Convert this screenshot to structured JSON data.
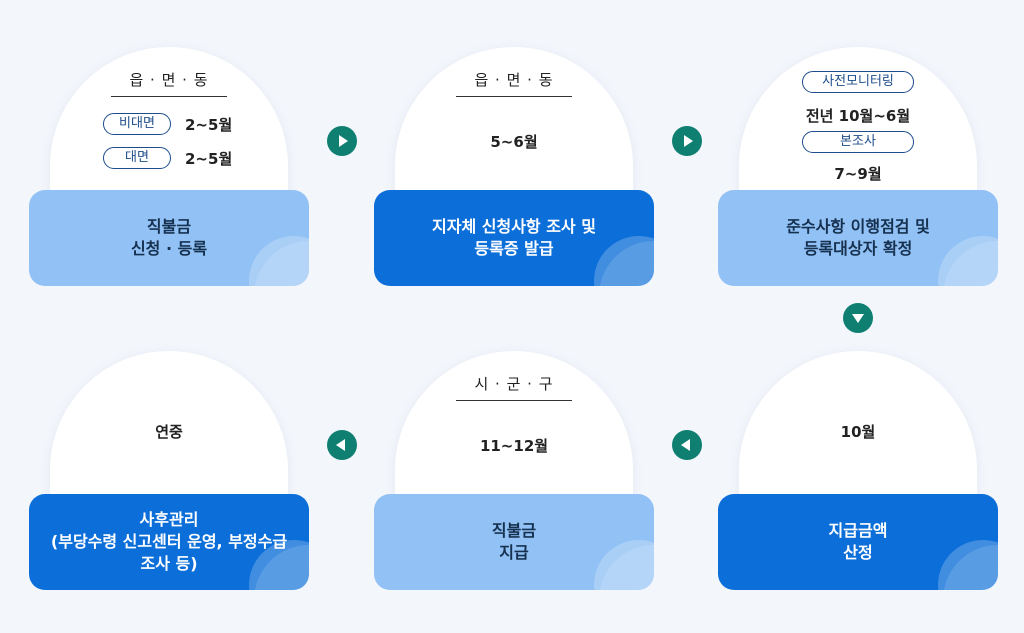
{
  "steps": {
    "s1": {
      "header": "읍 · 면 · 동",
      "pill1": "비대면",
      "pill1_period": "2~5월",
      "pill2": "대면",
      "pill2_period": "2~5월",
      "label": "직불금\n신청 · 등록"
    },
    "s2": {
      "header": "읍 · 면 · 동",
      "period": "5~6월",
      "label": "지자체 신청사항 조사 및\n등록증 발급"
    },
    "s3": {
      "pill1": "사전모니터링",
      "pill1_period": "전년 10월~6월",
      "pill2": "본조사",
      "pill2_period": "7~9월",
      "label": "준수사항 이행점검 및\n등록대상자 확정"
    },
    "s4": {
      "period": "10월",
      "label": "지급금액\n산정"
    },
    "s5": {
      "header": "시 · 군 · 구",
      "period": "11~12월",
      "label": "직불금\n지급"
    },
    "s6": {
      "period": "연중",
      "label": "사후관리\n(부당수령 신고센터 운영, 부정수급\n조사 등)"
    }
  },
  "colors": {
    "background": "#f3f6fb",
    "card_light": "#92c2f5",
    "card_dark": "#0c6fd9",
    "arrow": "#0f7f72"
  }
}
